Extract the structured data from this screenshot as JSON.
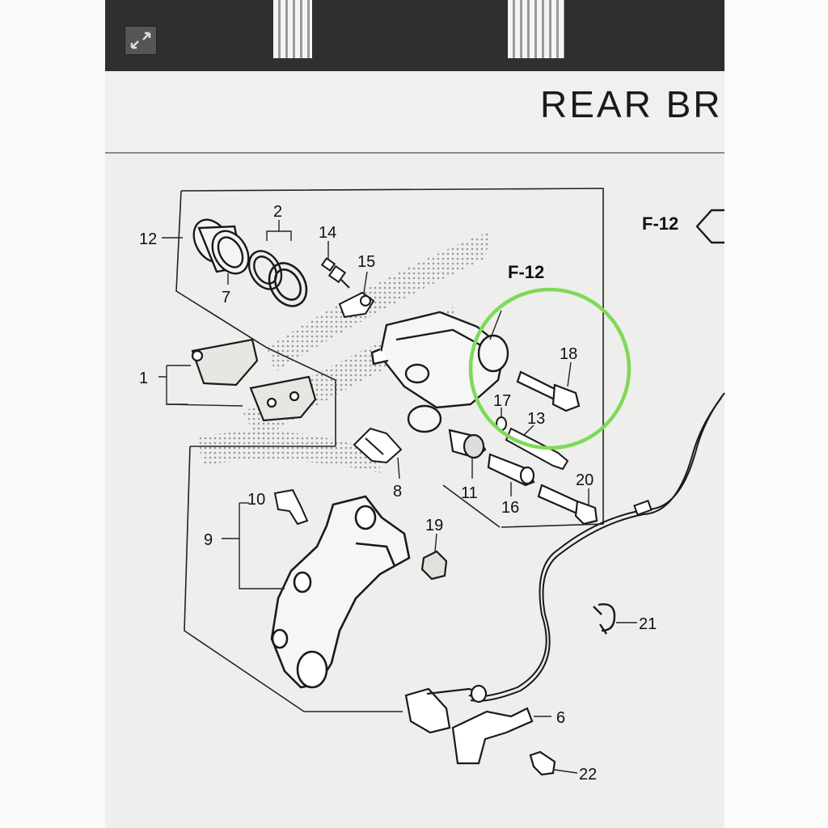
{
  "page": {
    "title": "REAR BR",
    "section_ref": "F-12",
    "nav_ref": "F-12"
  },
  "callouts": [
    {
      "id": "1",
      "label": "1"
    },
    {
      "id": "2",
      "label": "2"
    },
    {
      "id": "6",
      "label": "6"
    },
    {
      "id": "7",
      "label": "7"
    },
    {
      "id": "8",
      "label": "8"
    },
    {
      "id": "9",
      "label": "9"
    },
    {
      "id": "10",
      "label": "10"
    },
    {
      "id": "11",
      "label": "11"
    },
    {
      "id": "12",
      "label": "12"
    },
    {
      "id": "13",
      "label": "13"
    },
    {
      "id": "14",
      "label": "14"
    },
    {
      "id": "15",
      "label": "15"
    },
    {
      "id": "16",
      "label": "16"
    },
    {
      "id": "17",
      "label": "17"
    },
    {
      "id": "18",
      "label": "18"
    },
    {
      "id": "19",
      "label": "19"
    },
    {
      "id": "20",
      "label": "20"
    },
    {
      "id": "21",
      "label": "21"
    },
    {
      "id": "22",
      "label": "22"
    }
  ],
  "highlight": {
    "color": "#7ed957",
    "target": "18"
  },
  "colors": {
    "line": "#1a1a1a",
    "screen": "#eeeeec",
    "bezel": "#2f2f2f"
  },
  "icons": {
    "expand": "expand-arrows-icon",
    "nav": "left-arrow-icon"
  }
}
